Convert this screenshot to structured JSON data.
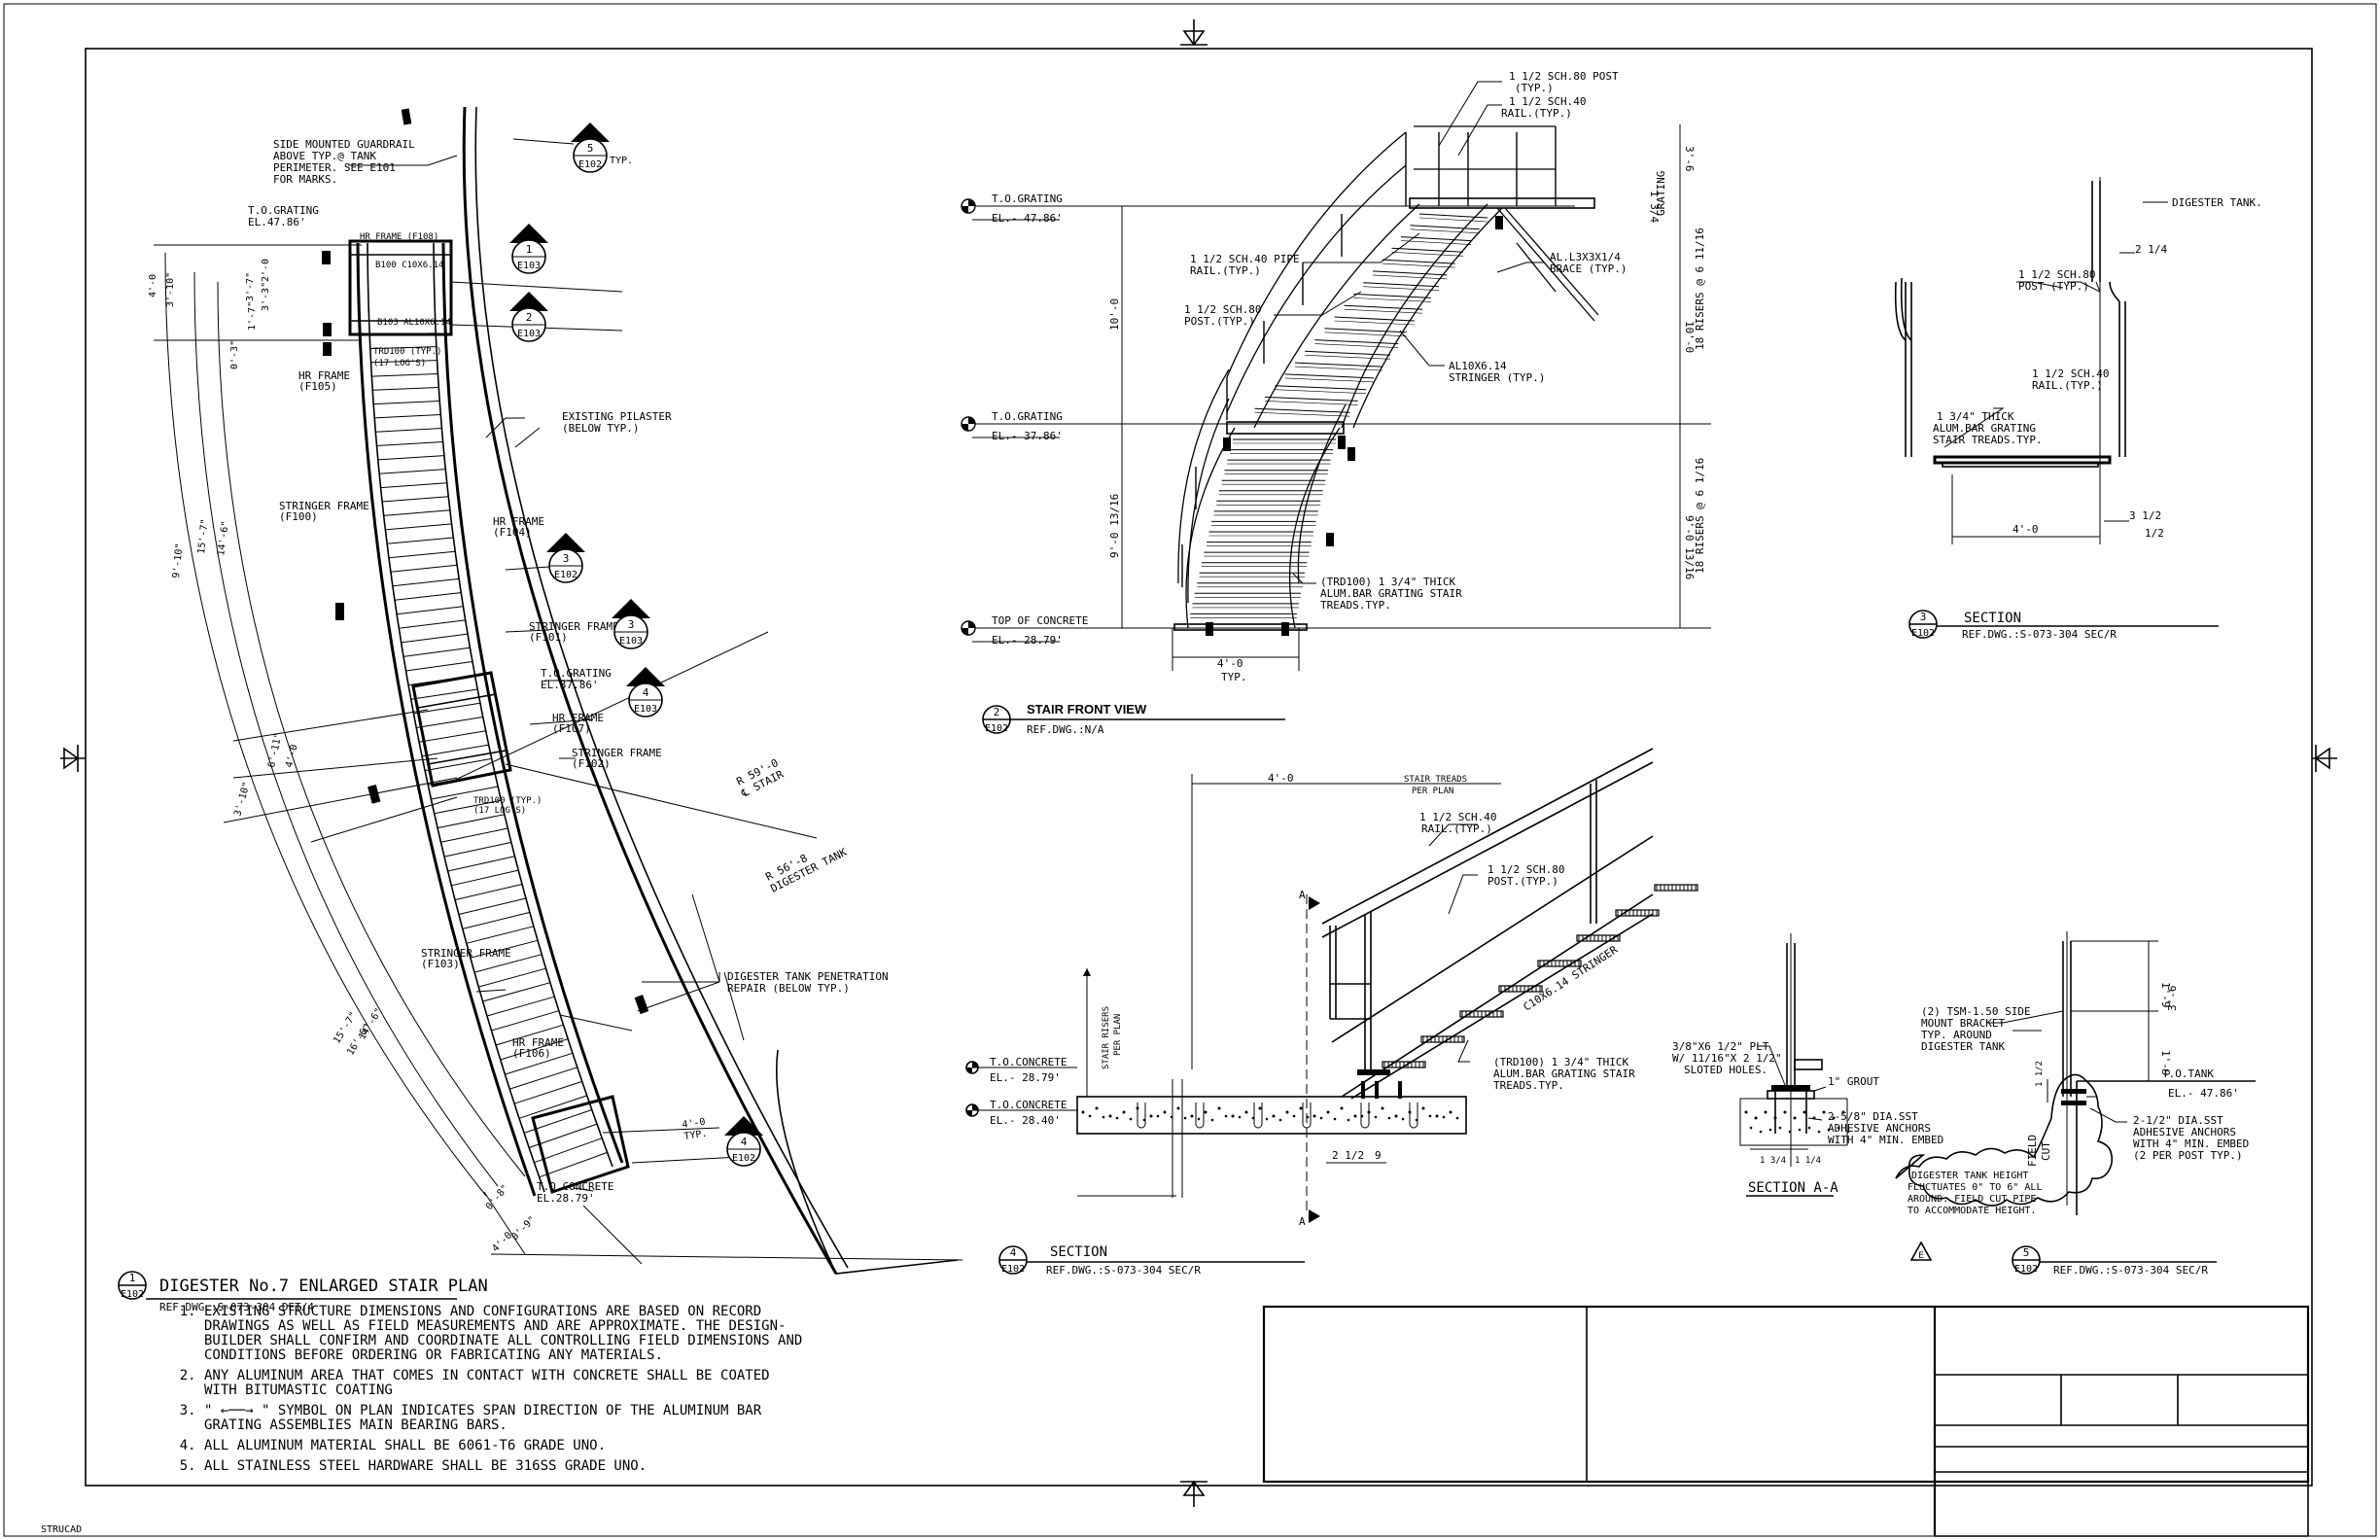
{
  "stamp": "STRUCAD",
  "plan": {
    "title": "DIGESTER No.7 ENLARGED STAIR PLAN",
    "ref": "REF.DWG.:S-073-304 DET/4",
    "tag_num": "1",
    "tag_sheet": "E102",
    "labels": {
      "guardrail": [
        "SIDE MOUNTED GUARDRAIL",
        "ABOVE TYP.@ TANK",
        "PERIMETER. SEE E101",
        "FOR MARKS."
      ],
      "tog_top": [
        "T.O.GRATING",
        "EL.47.86'"
      ],
      "hr_f108": "HR FRAME (F108)",
      "b100": "B100 C10X6.14",
      "b103": "B103 AL10X6.14",
      "trd_a": [
        "TRD100 (TYP.)",
        "(17 LOG'S)"
      ],
      "hr_f105": [
        "HR FRAME",
        "(F105)"
      ],
      "pilaster": [
        "EXISTING PILASTER",
        "(BELOW TYP.)"
      ],
      "stringer_f100": [
        "STRINGER FRAME",
        "(F100)"
      ],
      "hr_f104": [
        "HR FRAME",
        "(F104)"
      ],
      "stringer_f101": [
        "STRINGER FRAME",
        "(F101)"
      ],
      "tog_mid": [
        "T.O.GRATING",
        "EL.37.86'"
      ],
      "hr_f107": [
        "HR FRAME",
        "(F107)"
      ],
      "stringer_f102": [
        "STRINGER FRAME",
        "(F102)"
      ],
      "trd_b": [
        "TRD100 (TYP.)",
        "(17 LOG'S)"
      ],
      "r_stair": [
        "R 59'-0",
        "℄ STAIR"
      ],
      "r_tank": [
        "R 56'-8",
        "DIGESTER TANK"
      ],
      "stringer_f103": [
        "STRINGER FRAME",
        "(F103)"
      ],
      "penetration": [
        "DIGESTER TANK PENETRATION",
        "REPAIR (BELOW TYP.)"
      ],
      "hr_f106": [
        "HR FRAME",
        "(F106)"
      ],
      "toc": [
        "T.O.CONCRETE",
        "EL.28.79'"
      ],
      "dims": [
        "4'-0",
        "3'-10\"",
        "2'-0",
        "3'-7\"",
        "3'-3\"",
        "1'-7\"",
        "0'-3\"",
        "9'-10\"",
        "15'-7\"",
        "14'-6\"",
        "6'-11\"",
        "3'-10\"",
        "4'-0",
        "4'-0",
        "TYP.",
        "14'-6\"",
        "15'-7\"",
        "16'-6\"",
        "0'-8\"",
        "4'-0",
        "0'-9\""
      ]
    },
    "section_tags": [
      {
        "num": "5",
        "sheet": "E102",
        "extra": "TYP."
      },
      {
        "num": "1",
        "sheet": "E103"
      },
      {
        "num": "2",
        "sheet": "E103"
      },
      {
        "num": "3",
        "sheet": "E102"
      },
      {
        "num": "3",
        "sheet": "E103"
      },
      {
        "num": "4",
        "sheet": "E103"
      },
      {
        "num": "4",
        "sheet": "E102"
      }
    ]
  },
  "notes": [
    "EXISTING STRUCTURE DIMENSIONS AND CONFIGURATIONS ARE BASED ON RECORD DRAWINGS AS WELL AS FIELD MEASUREMENTS AND ARE APPROXIMATE. THE DESIGN-BUILDER SHALL CONFIRM AND COORDINATE ALL CONTROLLING FIELD DIMENSIONS AND CONDITIONS BEFORE ORDERING OR FABRICATING ANY MATERIALS.",
    "ANY ALUMINUM AREA THAT COMES IN CONTACT WITH CONCRETE SHALL BE COATED WITH BITUMASTIC COATING",
    "\" ←──→ \" SYMBOL ON PLAN INDICATES SPAN DIRECTION OF THE ALUMINUM BAR GRATING ASSEMBLIES MAIN BEARING BARS.",
    "ALL ALUMINUM MATERIAL SHALL BE 6061-T6 GRADE UNO.",
    "ALL STAINLESS STEEL HARDWARE SHALL BE 316SS GRADE UNO."
  ],
  "front": {
    "title": "STAIR FRONT VIEW",
    "ref": "REF.DWG.:N/A",
    "tag_num": "2",
    "tag_sheet": "E102",
    "levels": [
      {
        "name": "T.O.GRATING",
        "el": "EL.- 47.86'"
      },
      {
        "name": "T.O.GRATING",
        "el": "EL.- 37.86'"
      },
      {
        "name": "TOP OF CONCRETE",
        "el": "EL.- 28.79'"
      }
    ],
    "labels": {
      "post_top": [
        "1 1/2 SCH.80 POST",
        "(TYP.)"
      ],
      "rail_top": [
        "1 1/2 SCH.40",
        "RAIL.(TYP.)"
      ],
      "pipe_rail": [
        "1 1/2 SCH.40 PIPE",
        "RAIL.(TYP.)"
      ],
      "post_mid": [
        "1 1/2 SCH.80",
        "POST.(TYP.)"
      ],
      "brace": [
        "AL.L3X3X1/4",
        "BRACE (TYP.)"
      ],
      "stringer": [
        "AL10X6.14",
        "STRINGER (TYP.)"
      ],
      "treads": [
        "(TRD100) 1 3/4\" THICK",
        "ALUM.BAR GRATING STAIR",
        "TREADS.TYP."
      ],
      "dim_upper": "10'-0",
      "dim_lower": "9'-0 13/16",
      "risers_upper": "18 RISERS @ 6 11/16",
      "risers_lower": "18 RISERS @ 6 1/16",
      "dim_rail": "3'-6",
      "dim_grating": "1 3/4",
      "grating": "GRATING",
      "dim_width": "4'-0",
      "typ": "TYP."
    }
  },
  "section3": {
    "title": "SECTION",
    "ref": "REF.DWG.:S-073-304 SEC/R",
    "tag_num": "3",
    "tag_sheet": "E102",
    "labels": {
      "tank": "DIGESTER TANK.",
      "post": [
        "1 1/2 SCH.80",
        "POST (TYP.)"
      ],
      "rail": [
        "1 1/2 SCH.40",
        "RAIL.(TYP.)"
      ],
      "treads": [
        "1 3/4\" THICK",
        "ALUM.BAR GRATING",
        "STAIR TREADS.TYP."
      ],
      "dim_top": "2 1/4",
      "dim_side": "3 1/2",
      "dim_width": "4'-0",
      "dim_half": "1/2"
    }
  },
  "section4": {
    "title": "SECTION",
    "ref": "REF.DWG.:S-073-304 SEC/R",
    "tag_num": "4",
    "tag_sheet": "E102",
    "labels": {
      "dim_top": "4'-0",
      "stair_treads": [
        "STAIR TREADS",
        "PER PLAN"
      ],
      "rail": [
        "1 1/2 SCH.40",
        "RAIL.(TYP.)"
      ],
      "post": [
        "1 1/2 SCH.80",
        "POST.(TYP.)"
      ],
      "stringer": "C10X6.14 STRINGER",
      "treads": [
        "(TRD100) 1 3/4\" THICK",
        "ALUM.BAR GRATING STAIR",
        "TREADS.TYP."
      ],
      "toc1": [
        "T.O.CONCRETE",
        "EL.- 28.79'"
      ],
      "toc2": [
        "T.O.CONCRETE",
        "EL.- 28.40'"
      ],
      "risers": [
        "STAIR RISERS",
        "PER PLAN"
      ],
      "dim_a": "2 1/2",
      "dim_b": "9",
      "cut": "A"
    }
  },
  "sectionAA": {
    "title": "SECTION A-A",
    "labels": {
      "plate": [
        "3/8\"X6 1/2\" PLT",
        "W/ 11/16\"X 2 1/2\"",
        "SLOTED HOLES."
      ],
      "grout": "1\" GROUT",
      "anchors": [
        "2-5/8\" DIA.SST",
        "ADHESIVE ANCHORS",
        "WITH 4\" MIN. EMBED"
      ],
      "dim_a": "1 3/4",
      "dim_b": "1 1/4"
    }
  },
  "section5": {
    "ref": "REF.DWG.:S-073-304 SEC/R",
    "tag_num": "5",
    "tag_sheet": "E102",
    "tank_tag": "E",
    "labels": {
      "bracket": [
        "(2) TSM-1.50 SIDE",
        "MOUNT BRACKET",
        "TYP. AROUND",
        "DIGESTER TANK"
      ],
      "tot": [
        "T.O.TANK",
        "EL.- 47.86'"
      ],
      "anchors": [
        "2-1/2\" DIA.SST",
        "ADHESIVE ANCHORS",
        "WITH 4\" MIN. EMBED",
        "(2 PER POST TYP.)"
      ],
      "height": [
        "DIGESTER TANK HEIGHT",
        "FLUCTUATES 0\" TO 6\" ALL",
        "AROUND. FIELD CUT PIPE",
        "TO ACCOMMODATE HEIGHT."
      ],
      "field_cut": [
        "FIELD",
        "CUT"
      ],
      "dim_a": "1'-9",
      "dim_b": "3'-6",
      "dim_c": "1'-9",
      "dim_d": "1 1/2"
    }
  }
}
